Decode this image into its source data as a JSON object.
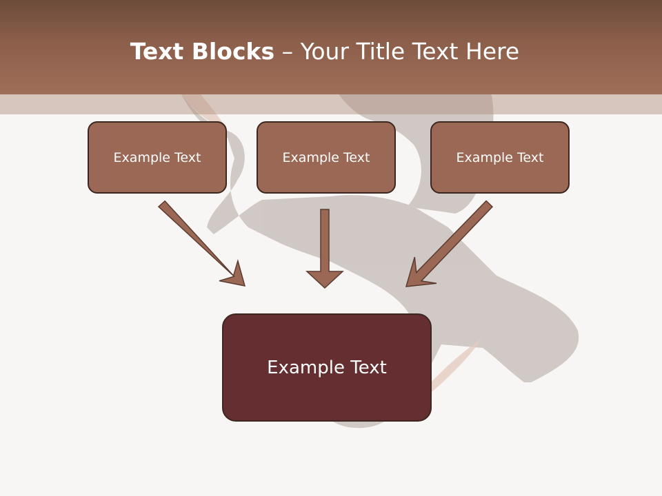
{
  "slide": {
    "title_bold": "Text Blocks",
    "title_dash": " – ",
    "title_rest": "Your Title Text Here"
  },
  "boxes": [
    {
      "label": "Example Text"
    },
    {
      "label": "Example Text"
    },
    {
      "label": "Example Text"
    }
  ],
  "main_box": {
    "label": "Example Text"
  },
  "colors": {
    "header": "#8c5f4b",
    "box_fill": "#9b6855",
    "main_box_fill": "#652f31",
    "arrow_fill": "#9b6855",
    "outline": "#3b2620"
  }
}
